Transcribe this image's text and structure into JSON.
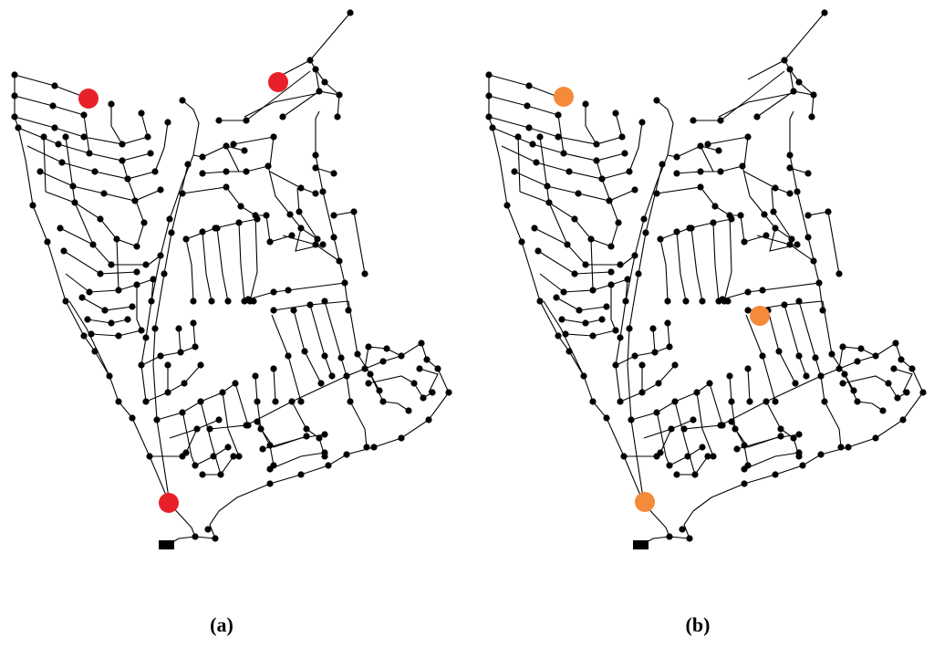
{
  "panels": [
    {
      "id": "a",
      "label": "(a)",
      "highlight_color": "#e8202a",
      "highlight_count": 3
    },
    {
      "id": "b",
      "label": "(b)",
      "highlight_color": "#f58a3b",
      "highlight_count": 3
    }
  ],
  "colors": {
    "node": "#000000",
    "pipe": "#000000",
    "background": "#ffffff"
  },
  "icons": {
    "reservoir": "reservoir-icon"
  }
}
